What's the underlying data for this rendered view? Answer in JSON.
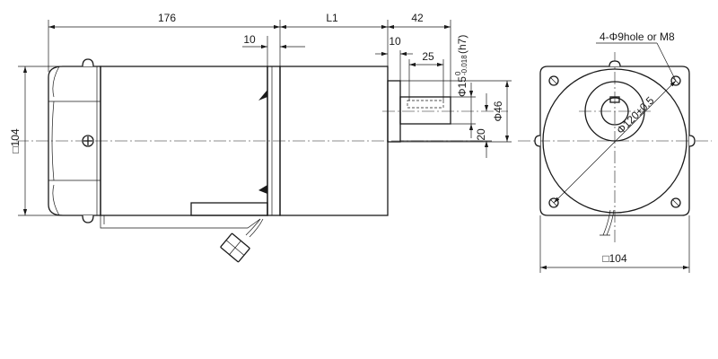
{
  "dimensions": {
    "total_body_length": "176",
    "gearhead_length": "L1",
    "shaft_length": "42",
    "flange_thickness": "10",
    "shaft_collar": "10",
    "key_length": "25",
    "shaft_diameter": "Φ15",
    "shaft_tol_upper": "0",
    "shaft_tol_lower": "-0.018",
    "shaft_fit": "(h7)",
    "pilot_diameter": "Φ46",
    "shaft_offset": "20",
    "side_square": "□104",
    "bolt_circle": "Φ120±0.5",
    "mount_holes": "4-Φ9hole or M8",
    "front_square": "□104"
  }
}
